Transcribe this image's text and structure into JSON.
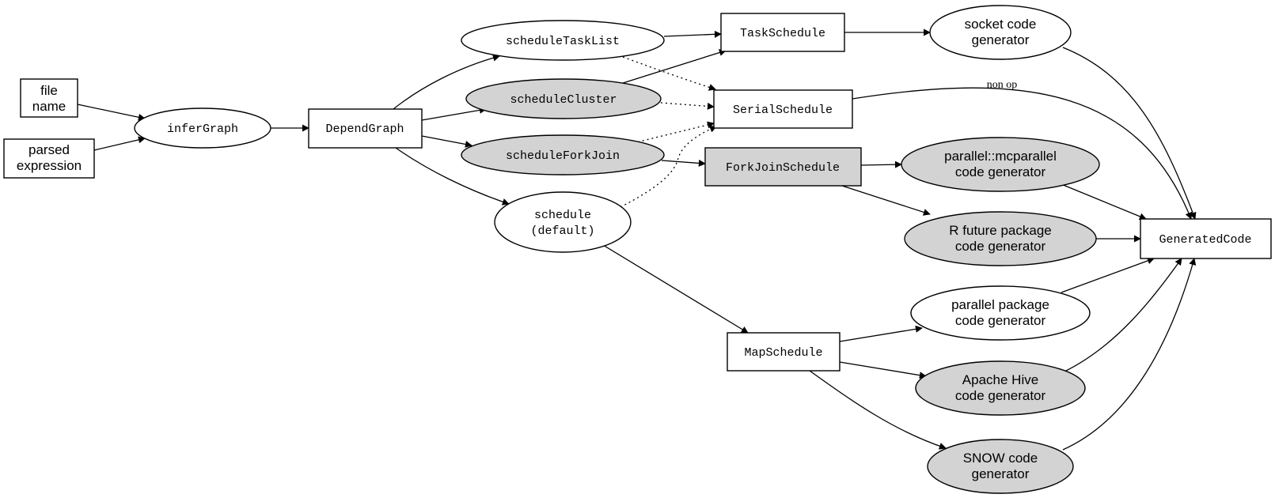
{
  "diagram": {
    "nodes": {
      "file_name": [
        "file",
        "name"
      ],
      "parsed_expression": [
        "parsed",
        "expression"
      ],
      "inferGraph": [
        "inferGraph"
      ],
      "DependGraph": [
        "DependGraph"
      ],
      "scheduleTaskList": [
        "scheduleTaskList"
      ],
      "scheduleCluster": [
        "scheduleCluster"
      ],
      "scheduleForkJoin": [
        "scheduleForkJoin"
      ],
      "schedule_default": [
        "schedule",
        "(default)"
      ],
      "TaskSchedule": [
        "TaskSchedule"
      ],
      "SerialSchedule": [
        "SerialSchedule"
      ],
      "ForkJoinSchedule": [
        "ForkJoinSchedule"
      ],
      "MapSchedule": [
        "MapSchedule"
      ],
      "socket_codegen": [
        "socket code",
        "generator"
      ],
      "mcparallel_codegen": [
        "parallel::mcparallel",
        "code generator"
      ],
      "future_codegen": [
        "R future package",
        "code generator"
      ],
      "parallel_codegen": [
        "parallel package",
        "code generator"
      ],
      "hive_codegen": [
        "Apache Hive",
        "code generator"
      ],
      "snow_codegen": [
        "SNOW code",
        "generator"
      ],
      "GeneratedCode": [
        "GeneratedCode"
      ]
    },
    "edge_labels": {
      "serial_to_generated": "non op"
    }
  }
}
